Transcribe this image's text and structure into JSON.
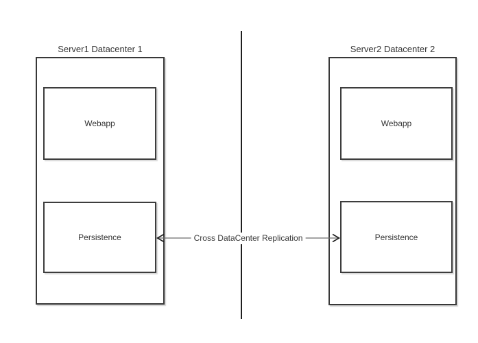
{
  "diagram": {
    "datacenters": [
      {
        "title": "Server1 Datacenter 1",
        "nodes": [
          {
            "label": "Webapp"
          },
          {
            "label": "Persistence"
          }
        ]
      },
      {
        "title": "Server2 Datacenter 2",
        "nodes": [
          {
            "label": "Webapp"
          },
          {
            "label": "Persistence"
          }
        ]
      }
    ],
    "replication": {
      "label": "Cross DataCenter Replication",
      "arrow_style": "double-headed-open"
    },
    "colors": {
      "background": "#ffffff",
      "box_border": "#383838",
      "text": "#333333",
      "arrow_shaft": "#6e6e6e",
      "arrow_head": "#1a1a1a",
      "divider": "#1f1f1f"
    }
  }
}
